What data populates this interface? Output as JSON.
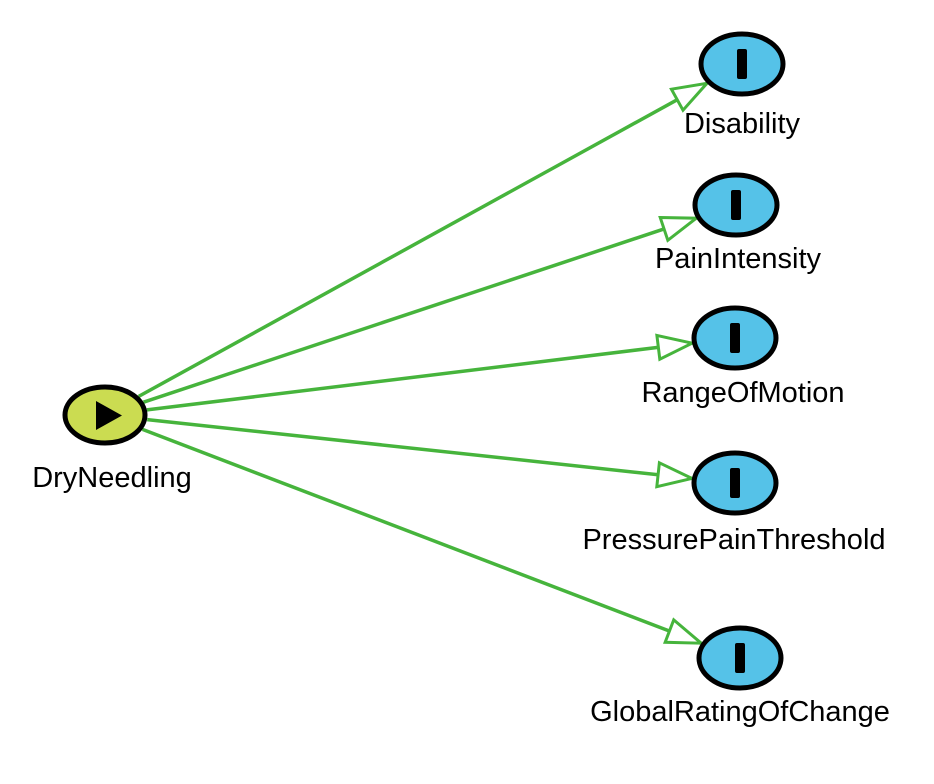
{
  "diagram": {
    "background_color": "#ffffff",
    "colors": {
      "edge": "#46B43C",
      "exposure_fill": "#CBDC51",
      "outcome_fill": "#55C2E8",
      "node_border": "#000000",
      "icon": "#000000",
      "label_text": "#000000"
    },
    "nodes": [
      {
        "label": "DryNeedling",
        "icon": "play-icon"
      },
      {
        "label": "Disability",
        "icon": "i-bar-icon"
      },
      {
        "label": "PainIntensity",
        "icon": "i-bar-icon"
      },
      {
        "label": "RangeOfMotion",
        "icon": "i-bar-icon"
      },
      {
        "label": "PressurePainThreshold",
        "icon": "i-bar-icon"
      },
      {
        "label": "GlobalRatingOfChange",
        "icon": "i-bar-icon"
      }
    ],
    "edges": [
      {
        "from": "DryNeedling",
        "to": "Disability"
      },
      {
        "from": "DryNeedling",
        "to": "PainIntensity"
      },
      {
        "from": "DryNeedling",
        "to": "RangeOfMotion"
      },
      {
        "from": "DryNeedling",
        "to": "PressurePainThreshold"
      },
      {
        "from": "DryNeedling",
        "to": "GlobalRatingOfChange"
      }
    ]
  }
}
